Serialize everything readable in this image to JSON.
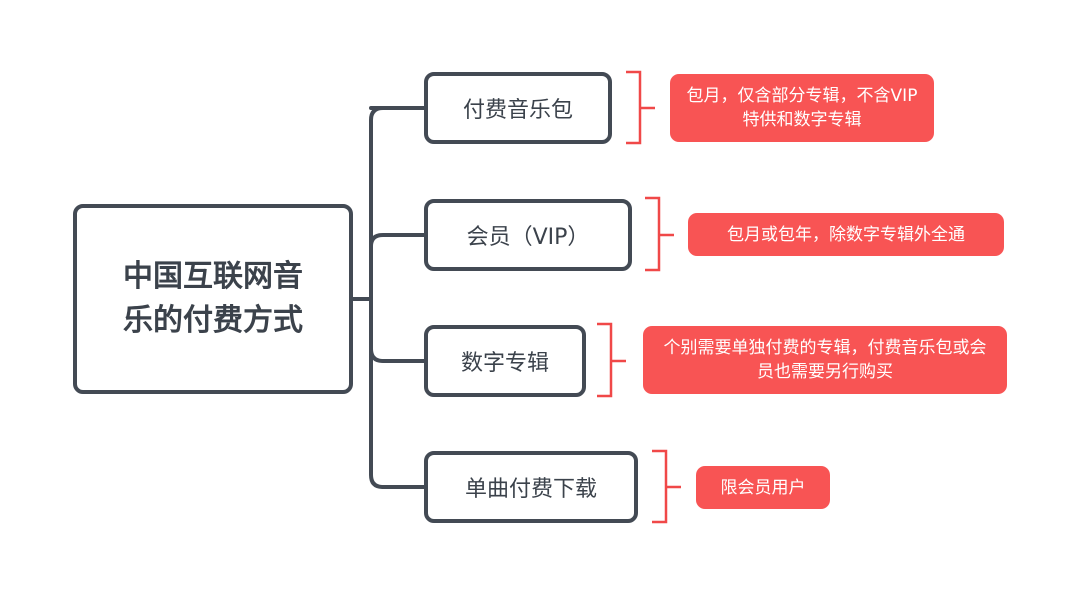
{
  "root": {
    "title": "中国互联网音乐的付费方式"
  },
  "branches": [
    {
      "label": "付费音乐包",
      "note": "包月，仅含部分专辑，不含VIP特供和数字专辑"
    },
    {
      "label": "会员（VIP）",
      "note": "包月或包年，除数字专辑外全通"
    },
    {
      "label": "数字专辑",
      "note": "个别需要单独付费的专辑，付费音乐包或会员也需要另行购买"
    },
    {
      "label": "单曲付费下载",
      "note": "限会员用户"
    }
  ],
  "colors": {
    "node_border": "#434a54",
    "note_fill": "#f85454",
    "bracket": "#f04848"
  }
}
